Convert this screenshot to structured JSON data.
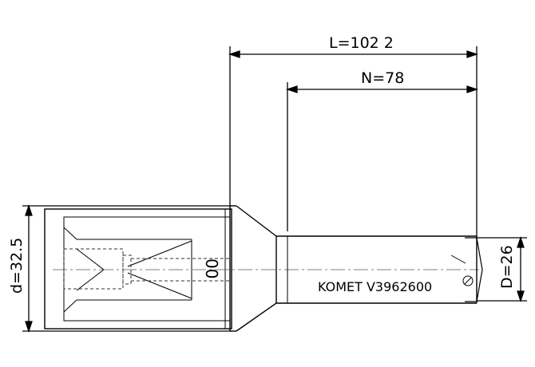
{
  "dimensions": {
    "overall_length": "L=102 2",
    "drill_length": "N=78",
    "shank_diameter": "d=32.5",
    "drill_diameter": "D=26"
  },
  "shank_marking": "00",
  "body_marking": "KOMET V3962600",
  "colors": {
    "line": "#000000",
    "hidden_line": "#333333",
    "background": "#ffffff"
  }
}
